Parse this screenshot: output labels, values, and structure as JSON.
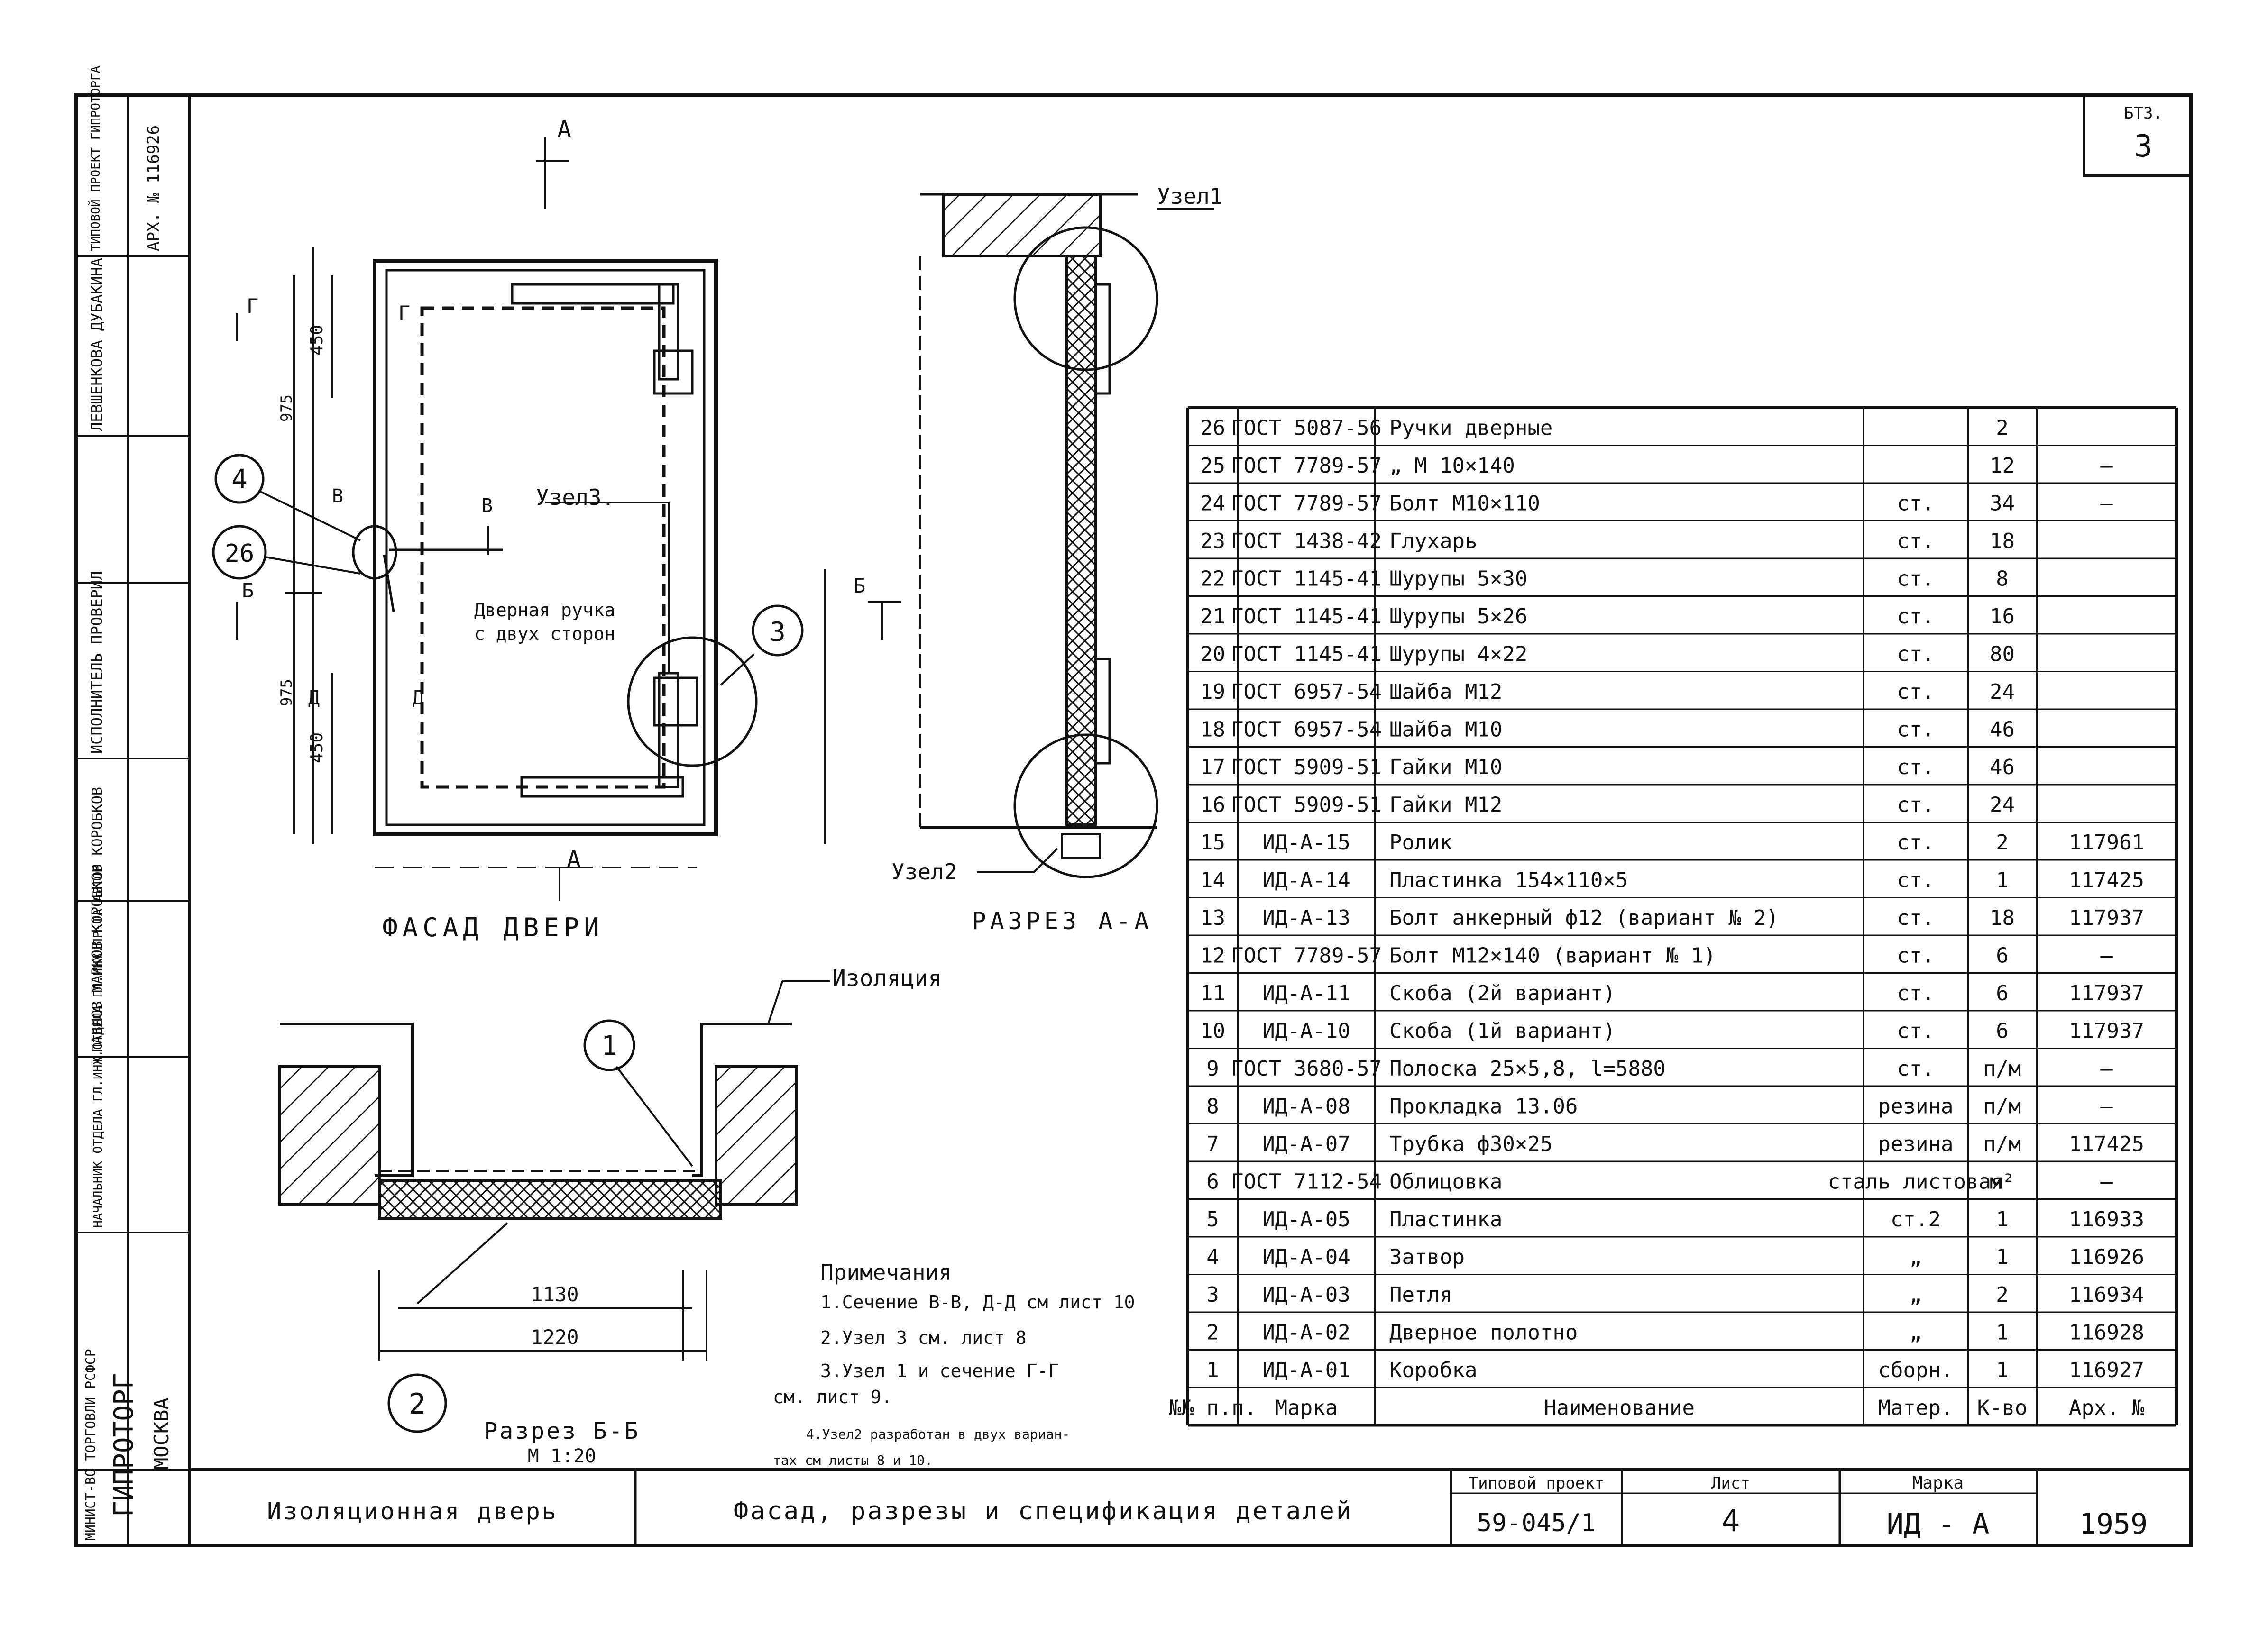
{
  "sheet_corner": {
    "label": "БТЗ.",
    "number": "3"
  },
  "left_strip": {
    "cells": [
      "ТИПОВОЙ ПРОЕКТ ГИПРОТОРГА",
      "АРХ. № 116926",
      "ЛЕВШЕНКОВА ДУБАКИНА",
      "ИСПОЛНИТЕЛЬ ПРОВЕРИЛ",
      "ПАВЛОВ МАРКОВ КОРОБКОВ КОРОБКОВ",
      "НАЧАЛЬНИК ОТДЕЛА ГЛ.ИНЖ.ОТДЕЛА ГЛ.ИНЖ.ПР-ТА АВТОР"
    ],
    "org_line": "МИНИСТ-ВО ТОРГОВЛИ РСФСР",
    "org": "ГИПРОТОРГ",
    "city": "МОСКВА"
  },
  "facade": {
    "title": "ФАСАД ДВЕРИ",
    "callout_4": "4",
    "callout_26": "26",
    "callout_3": "3",
    "uzel3": "Узел3.",
    "handle_note_1": "Дверная ручка",
    "handle_note_2": "с двух сторон",
    "dim_450_top": "450",
    "dim_975_top": "975",
    "dim_975_bot": "975",
    "dim_450_bot": "450",
    "sec_A": "А",
    "sec_A_bottom": "А",
    "sec_B": "Б",
    "sec_B2": "Б",
    "sec_V": "В",
    "sec_V2": "В",
    "sec_G": "Г",
    "sec_G2": "Г",
    "sec_D": "Д",
    "sec_D2": "Д"
  },
  "section_aa": {
    "title": "РАЗРЕЗ А-А",
    "uzel1": "Узел1",
    "uzel2": "Узел2"
  },
  "section_bb": {
    "title": "Разрез Б-Б",
    "scale": "М 1:20",
    "insulation": "Изоляция",
    "callout_1": "1",
    "callout_2": "2",
    "dim_1130": "1130",
    "dim_1220": "1220"
  },
  "notes": {
    "title": "Примечания",
    "lines": [
      "1.Сечение В-В, Д-Д см лист 10",
      "2.Узел 3 см. лист 8",
      "3.Узел 1 и сечение Г-Г",
      "см. лист 9.",
      "4.Узел2 разработан в двух вариан-",
      "тах см листы 8 и 10."
    ]
  },
  "spec_table": {
    "header": {
      "pos": "№№ п.п.",
      "mark": "Марка",
      "name": "Наименование",
      "material": "Матер.",
      "qty": "К-во",
      "arch": "Арх. №"
    },
    "rows": [
      {
        "pos": "26",
        "mark": "ГОСТ 5087-56",
        "name": "Ручки дверные",
        "material": "",
        "qty": "2",
        "arch": ""
      },
      {
        "pos": "25",
        "mark": "ГОСТ 7789-57",
        "name": "„ М 10×140",
        "material": "",
        "qty": "12",
        "arch": "—"
      },
      {
        "pos": "24",
        "mark": "ГОСТ 7789-57",
        "name": "Болт М10×110",
        "material": "ст.",
        "qty": "34",
        "arch": "—"
      },
      {
        "pos": "23",
        "mark": "ГОСТ 1438-42",
        "name": "Глухарь",
        "material": "ст.",
        "qty": "18",
        "arch": ""
      },
      {
        "pos": "22",
        "mark": "ГОСТ 1145-41",
        "name": "Шурупы 5×30",
        "material": "ст.",
        "qty": "8",
        "arch": ""
      },
      {
        "pos": "21",
        "mark": "ГОСТ 1145-41",
        "name": "Шурупы 5×26",
        "material": "ст.",
        "qty": "16",
        "arch": ""
      },
      {
        "pos": "20",
        "mark": "ГОСТ 1145-41",
        "name": "Шурупы 4×22",
        "material": "ст.",
        "qty": "80",
        "arch": ""
      },
      {
        "pos": "19",
        "mark": "ГОСТ 6957-54",
        "name": "Шайба М12",
        "material": "ст.",
        "qty": "24",
        "arch": ""
      },
      {
        "pos": "18",
        "mark": "ГОСТ 6957-54",
        "name": "Шайба М10",
        "material": "ст.",
        "qty": "46",
        "arch": ""
      },
      {
        "pos": "17",
        "mark": "ГОСТ 5909-51",
        "name": "Гайки М10",
        "material": "ст.",
        "qty": "46",
        "arch": ""
      },
      {
        "pos": "16",
        "mark": "ГОСТ 5909-51",
        "name": "Гайки М12",
        "material": "ст.",
        "qty": "24",
        "arch": ""
      },
      {
        "pos": "15",
        "mark": "ИД-А-15",
        "name": "Ролик",
        "material": "ст.",
        "qty": "2",
        "arch": "117961"
      },
      {
        "pos": "14",
        "mark": "ИД-А-14",
        "name": "Пластинка 154×110×5",
        "material": "ст.",
        "qty": "1",
        "arch": "117425"
      },
      {
        "pos": "13",
        "mark": "ИД-А-13",
        "name": "Болт анкерный ф12 (вариант № 2)",
        "material": "ст.",
        "qty": "18",
        "arch": "117937"
      },
      {
        "pos": "12",
        "mark": "ГОСТ 7789-57",
        "name": "Болт М12×140 (вариант № 1)",
        "material": "ст.",
        "qty": "6",
        "arch": "—"
      },
      {
        "pos": "11",
        "mark": "ИД-А-11",
        "name": "Скоба (2й вариант)",
        "material": "ст.",
        "qty": "6",
        "arch": "117937"
      },
      {
        "pos": "10",
        "mark": "ИД-А-10",
        "name": "Скоба (1й вариант)",
        "material": "ст.",
        "qty": "6",
        "arch": "117937"
      },
      {
        "pos": "9",
        "mark": "ГОСТ 3680-57",
        "name": "Полоска 25×5,8, l=5880",
        "material": "ст.",
        "qty": "п/м",
        "arch": "—"
      },
      {
        "pos": "8",
        "mark": "ИД-А-08",
        "name": "Прокладка 13.06",
        "material": "резина",
        "qty": "п/м",
        "arch": "—"
      },
      {
        "pos": "7",
        "mark": "ИД-А-07",
        "name": "Трубка ф30×25",
        "material": "резина",
        "qty": "п/м",
        "arch": "117425"
      },
      {
        "pos": "6",
        "mark": "ГОСТ 7112-54",
        "name": "Облицовка",
        "material": "сталь листовая",
        "qty": "м²",
        "arch": "—"
      },
      {
        "pos": "5",
        "mark": "ИД-А-05",
        "name": "Пластинка",
        "material": "ст.2",
        "qty": "1",
        "arch": "116933"
      },
      {
        "pos": "4",
        "mark": "ИД-А-04",
        "name": "Затвор",
        "material": "„",
        "qty": "1",
        "arch": "116926"
      },
      {
        "pos": "3",
        "mark": "ИД-А-03",
        "name": "Петля",
        "material": "„",
        "qty": "2",
        "arch": "116934"
      },
      {
        "pos": "2",
        "mark": "ИД-А-02",
        "name": "Дверное полотно",
        "material": "„",
        "qty": "1",
        "arch": "116928"
      },
      {
        "pos": "1",
        "mark": "ИД-А-01",
        "name": "Коробка",
        "material": "сборн.",
        "qty": "1",
        "arch": "116927"
      }
    ]
  },
  "title_block": {
    "object": "Изоляционная дверь",
    "content": "Фасад, разрезы и спецификация деталей",
    "project_label": "Типовой проект",
    "project_no": "59-045/1",
    "sheet_label": "Лист",
    "sheet_no": "4",
    "mark_label": "Марка",
    "mark_value": "ИД - А",
    "year": "1959"
  }
}
